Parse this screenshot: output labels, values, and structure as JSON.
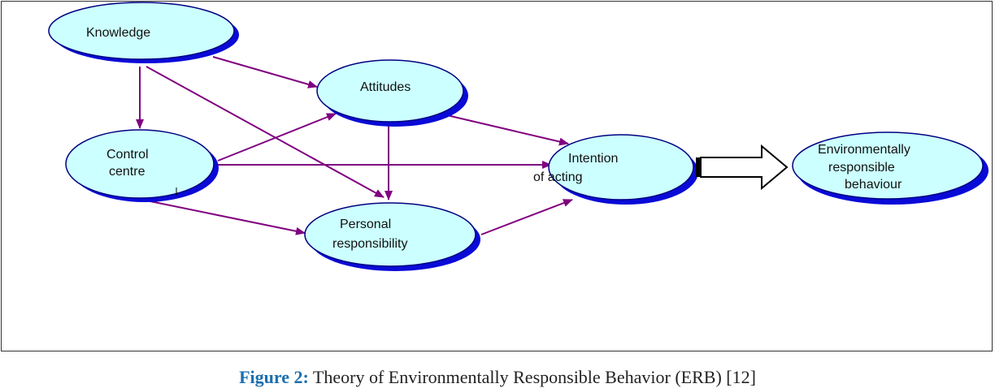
{
  "nodes": {
    "knowledge": {
      "label": "Knowledge"
    },
    "attitudes": {
      "label": "Attitudes"
    },
    "control_centre": {
      "lines": [
        "Control",
        "centre"
      ]
    },
    "intention": {
      "lines": [
        "Intention",
        "of acting"
      ]
    },
    "personal_responsibility": {
      "lines": [
        "Personal",
        "responsibility"
      ]
    },
    "erb": {
      "lines": [
        "Environmentally",
        "responsible",
        "behaviour"
      ]
    }
  },
  "edges": [
    [
      "knowledge",
      "attitudes"
    ],
    [
      "knowledge",
      "control_centre"
    ],
    [
      "knowledge",
      "personal_responsibility"
    ],
    [
      "control_centre",
      "attitudes"
    ],
    [
      "control_centre",
      "intention"
    ],
    [
      "control_centre",
      "personal_responsibility"
    ],
    [
      "attitudes",
      "intention"
    ],
    [
      "attitudes",
      "personal_responsibility"
    ],
    [
      "personal_responsibility",
      "intention"
    ]
  ],
  "colors": {
    "node_fill": "#ccffff",
    "node_stroke": "#000080",
    "node_shadow": "#0a0ad8",
    "edge": "#800080",
    "caption_label": "#1b6fae"
  },
  "caption": {
    "label": "Figure 2:",
    "text": "Theory of Environmentally Responsible Behavior (ERB) [12]"
  }
}
